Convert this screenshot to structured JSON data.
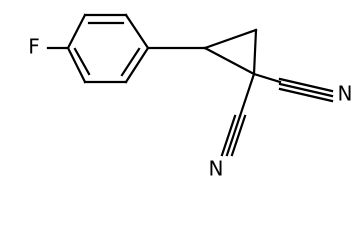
{
  "molecule": {
    "atoms": {
      "fluorine": "F",
      "nitrogen_upper": "N",
      "nitrogen_lower": "N"
    }
  }
}
